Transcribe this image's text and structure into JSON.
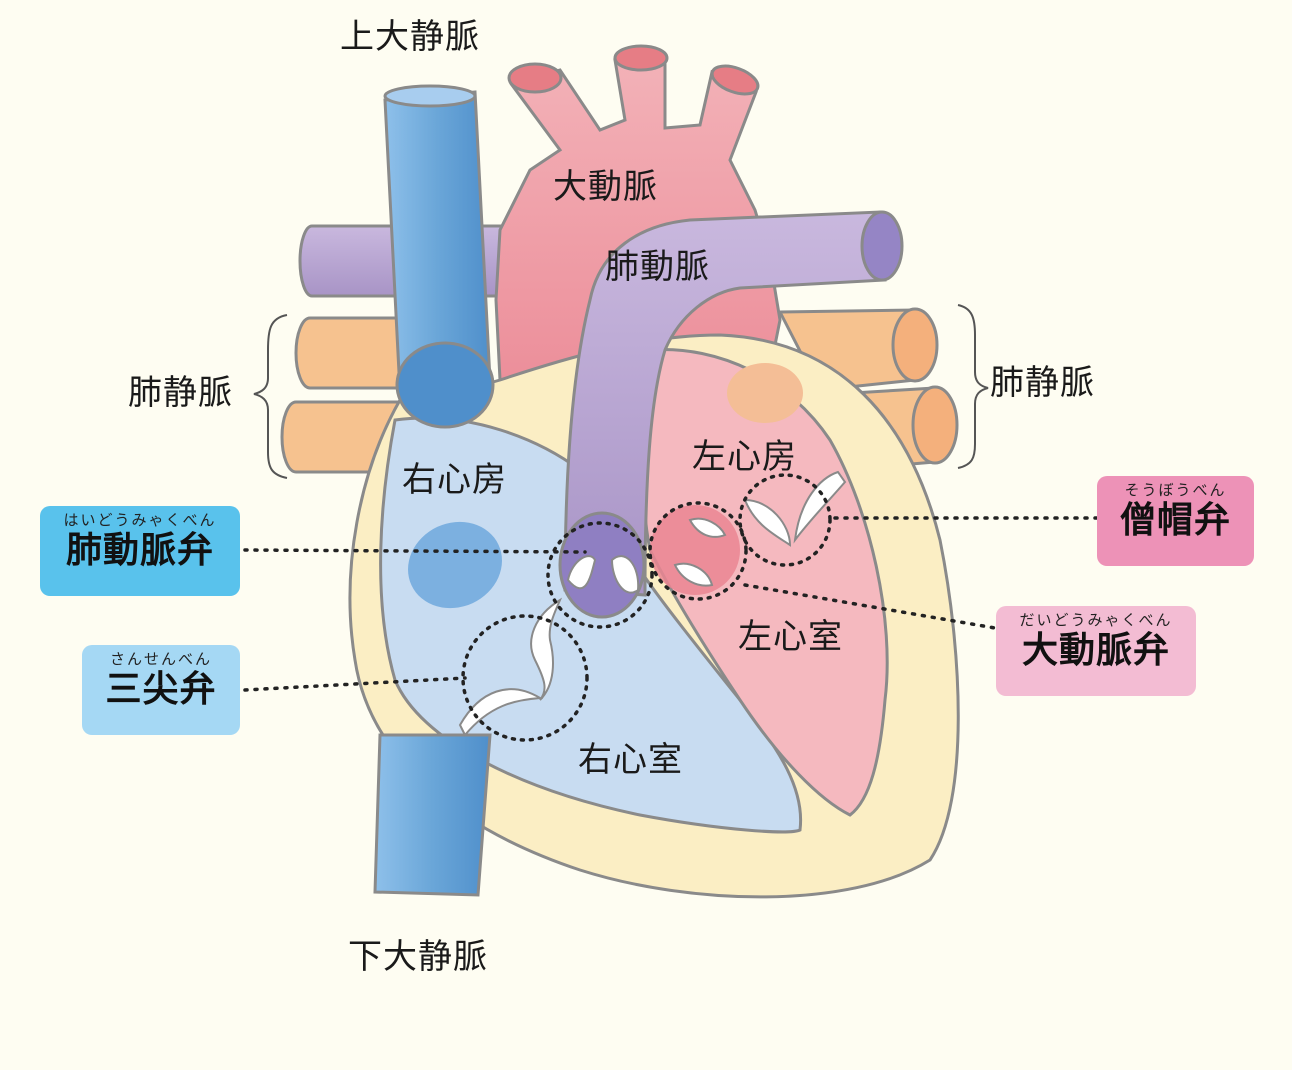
{
  "labels": {
    "svc": "上大静脈",
    "ivc": "下大静脈",
    "aorta": "大動脈",
    "pulm_artery": "肺動脈",
    "pulm_vein_left": "肺静脈",
    "pulm_vein_right": "肺静脈",
    "right_atrium": "右心房",
    "left_atrium": "左心房",
    "left_ventricle": "左心室",
    "right_ventricle": "右心室"
  },
  "valves": {
    "pulmonary": {
      "ruby": "はいどうみゃくべん",
      "name": "肺動脈弁"
    },
    "tricuspid": {
      "ruby": "さんせんべん",
      "name": "三尖弁"
    },
    "mitral": {
      "ruby": "そうぼうべん",
      "name": "僧帽弁"
    },
    "aortic": {
      "ruby": "だいどうみゃくべん",
      "name": "大動脈弁"
    }
  },
  "colors": {
    "background": "#fefdf2",
    "vena_cava": "#6aa6d8",
    "aorta": "#ef8e98",
    "pulmonary_artery": "#b6a2cf",
    "pulmonary_vein": "#f6c28f",
    "heart_wall": "#fbeec4",
    "right_chamber": "#c8dcf1",
    "left_chamber": "#f5b9bf",
    "pulmonary_valve_box": "#59c2ec",
    "tricuspid_box": "#a5d8f4",
    "mitral_box": "#ed92b7",
    "aortic_box": "#f3bcd3"
  }
}
